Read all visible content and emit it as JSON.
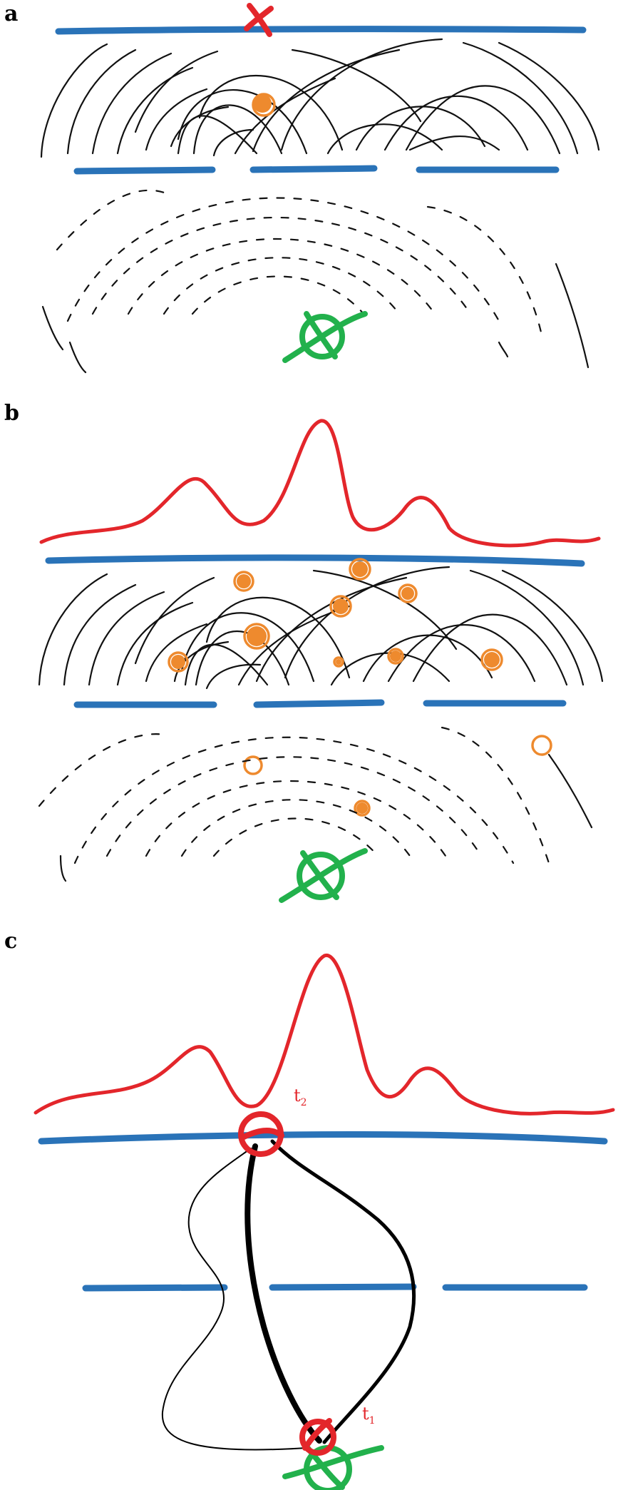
{
  "panels": {
    "a": {
      "label": "a"
    },
    "b": {
      "label": "b"
    },
    "c": {
      "label": "c",
      "t_upper": "t",
      "t_upper_sub": "2",
      "t_lower": "t",
      "t_lower_sub": "1"
    }
  },
  "colors": {
    "slit": "#2a73b8",
    "pattern": "#e3262b",
    "photon": "#ee8a2e",
    "source": "#22b14c",
    "wave": "#111111"
  },
  "icons": {
    "source": "source-crossed-circle-icon",
    "detection": "red-x-icon",
    "photon": "orange-scribble-dot-icon"
  }
}
